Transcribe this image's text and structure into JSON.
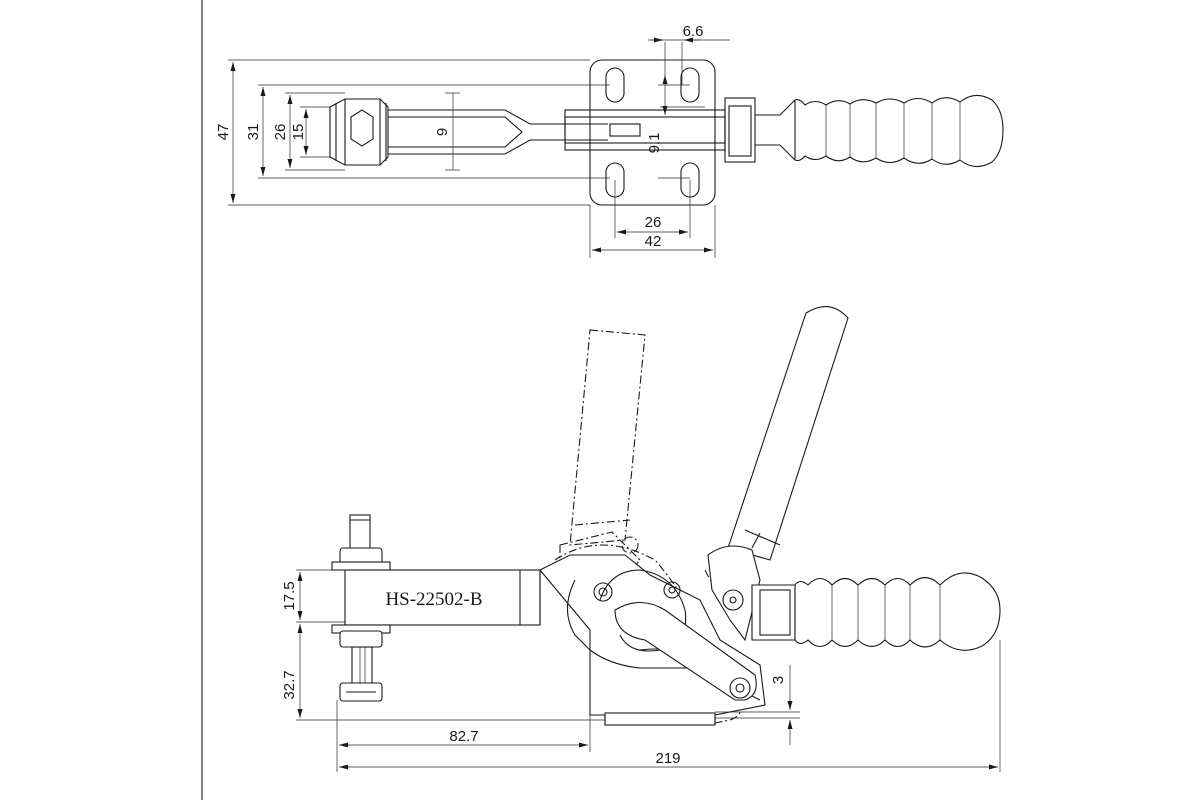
{
  "drawing": {
    "model_label": "HS-22502-B",
    "top_view": {
      "dim_6_6": "6.6",
      "dim_47": "47",
      "dim_31": "31",
      "dim_26_left": "26",
      "dim_15": "15",
      "dim_9": "9",
      "dim_9_1": "9.1",
      "dim_26_bottom": "26",
      "dim_42": "42"
    },
    "side_view": {
      "dim_17_5": "17.5",
      "dim_32_7": "32.7",
      "dim_82_7": "82.7",
      "dim_219": "219",
      "dim_3": "3"
    }
  }
}
